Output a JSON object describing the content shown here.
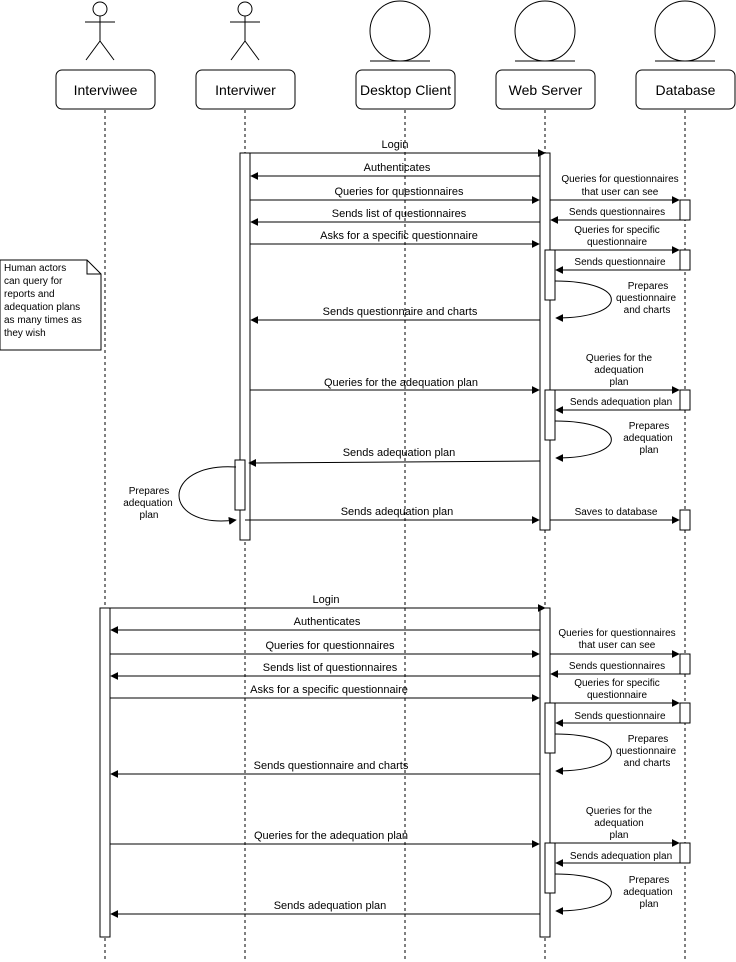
{
  "participants": [
    {
      "id": "interviwee",
      "label": "Interviwee",
      "kind": "actor"
    },
    {
      "id": "interviwer",
      "label": "Interviwer",
      "kind": "actor"
    },
    {
      "id": "desktop",
      "label": "Desktop Client",
      "kind": "entity-none"
    },
    {
      "id": "web",
      "label": "Web Server",
      "kind": "entity"
    },
    {
      "id": "db",
      "label": "Database",
      "kind": "entity"
    }
  ],
  "note": [
    "Human actors",
    "can query for",
    "reports and",
    "adequation plans",
    "as many times as",
    "they wish"
  ],
  "messages": {
    "login": "Login",
    "authenticates": "Authenticates",
    "queries_questionnaires": "Queries for questionnaires",
    "db_queries_user": [
      "Queries for questionnaires",
      "that user can see"
    ],
    "db_sends_questionnaires": "Sends questionnaires",
    "sends_list": "Sends list of questionnaires",
    "asks_specific": "Asks for a specific questionnaire",
    "db_queries_specific": [
      "Queries for specific",
      "questionnaire"
    ],
    "db_sends_questionnaire": "Sends questionnaire",
    "prepares_charts": [
      "Prepares",
      "questionnaire",
      "and charts"
    ],
    "sends_q_charts": "Sends questionnaire and charts",
    "queries_adequation": "Queries for the adequation plan",
    "db_queries_adequation": [
      "Queries for the",
      "adequation",
      "plan"
    ],
    "db_sends_adequation": "Sends  adequation plan",
    "prepares_adequation": [
      "Prepares",
      "adequation",
      "plan"
    ],
    "sends_adequation": "Sends adequation plan",
    "saves_db": "Saves to database"
  }
}
